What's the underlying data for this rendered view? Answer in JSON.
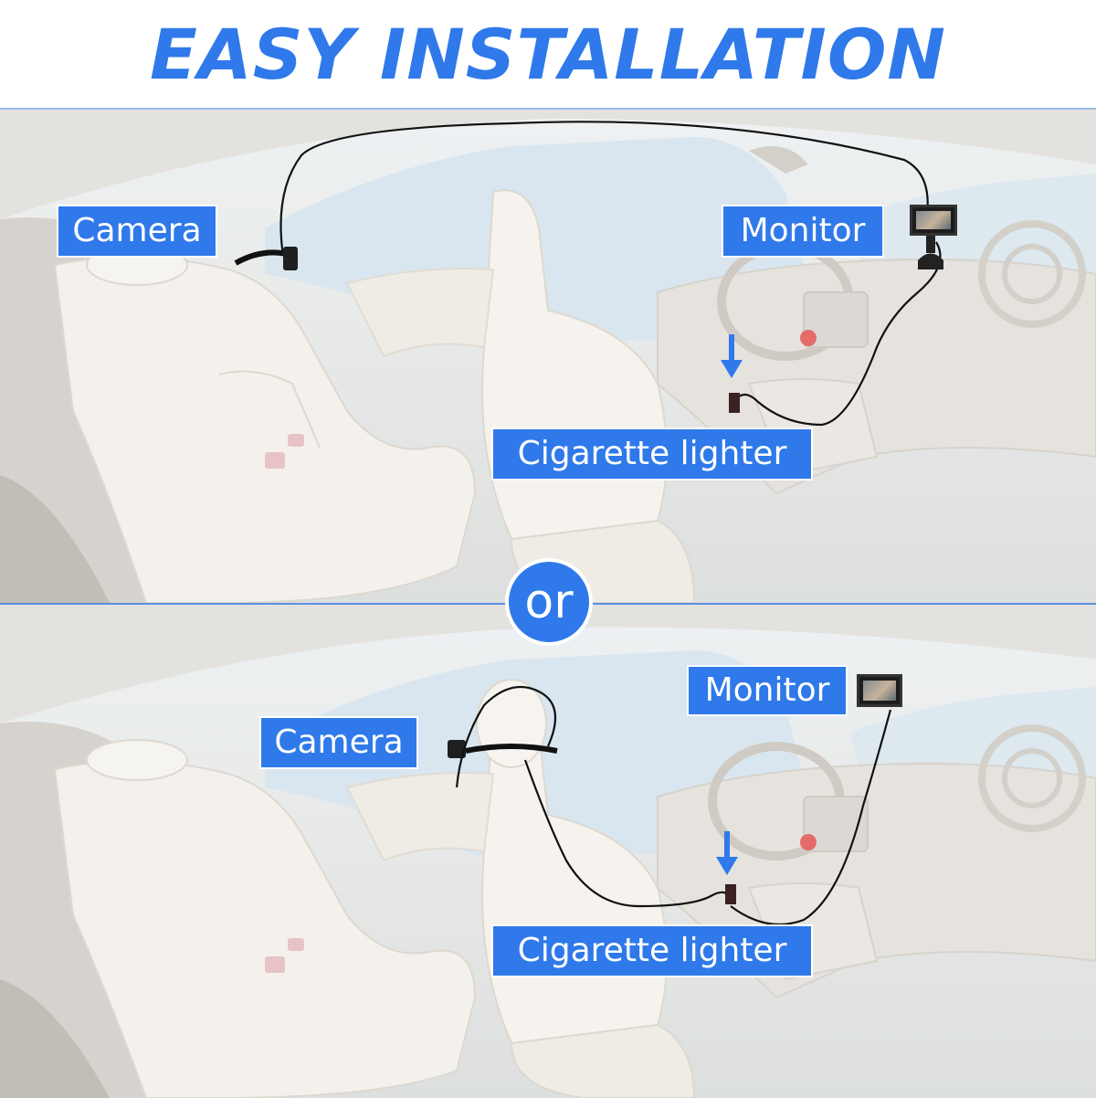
{
  "header": {
    "title": "EASY INSTALLATION"
  },
  "divider": {
    "label": "or"
  },
  "panel_top": {
    "camera_label": "Camera",
    "monitor_label": "Monitor",
    "lighter_label": "Cigarette lighter"
  },
  "panel_bottom": {
    "camera_label": "Camera",
    "monitor_label": "Monitor",
    "lighter_label": "Cigarette lighter"
  },
  "colors": {
    "accent": "#2f79ea",
    "label_text": "#ffffff",
    "cable": "#111111"
  },
  "icons": {
    "arrow": "arrow-down-icon",
    "monitor": "monitor-device-icon",
    "camera": "camera-device-icon"
  }
}
